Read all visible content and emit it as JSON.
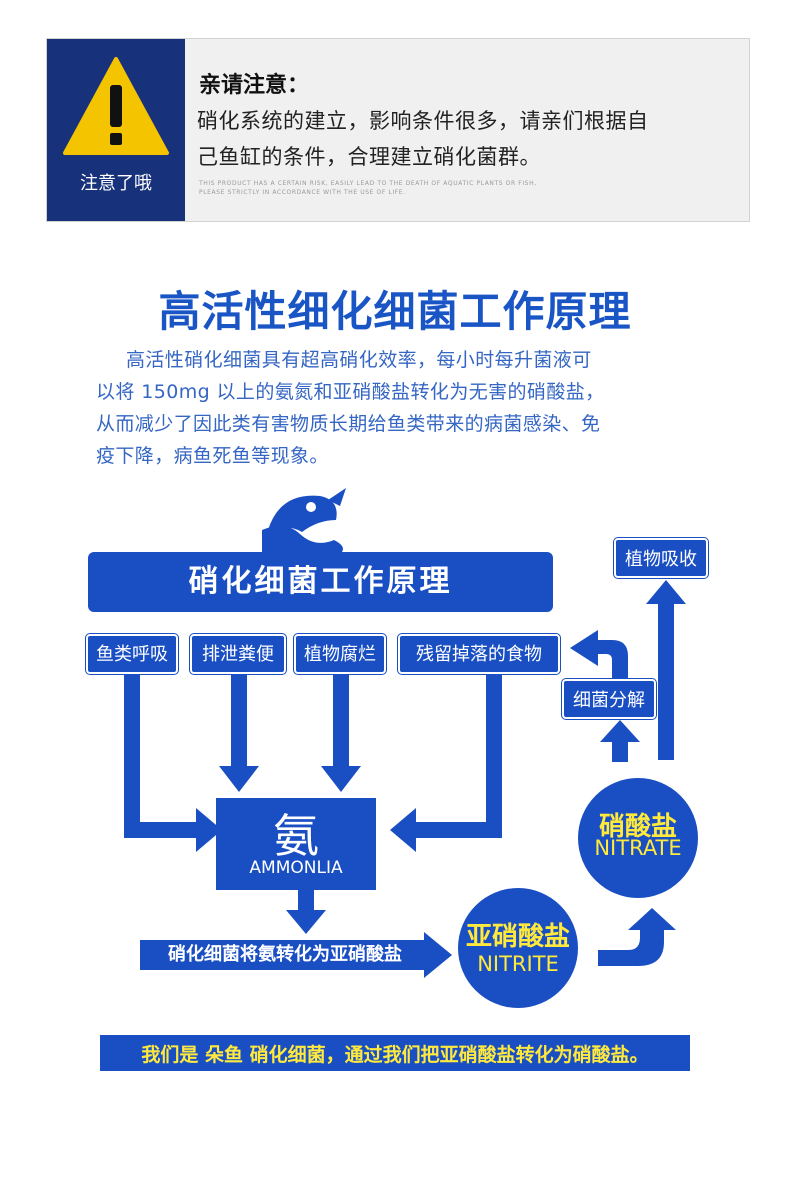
{
  "notice": {
    "badge_label": "注意了哦",
    "title": "亲请注意：",
    "lines": [
      "硝化系统的建立，影响条件很多，请亲们根据自",
      "己鱼缸的条件，合理建立硝化菌群。"
    ],
    "fine_print": [
      "THIS PRODUCT HAS A CERTAIN RISK, EASILY LEAD TO THE DEATH OF AQUATIC PLANTS OR FISH,",
      "PLEASE STRICTLY IN ACCORDANCE WITH THE USE OF LIFE."
    ]
  },
  "main_title": "高活性细化细菌工作原理",
  "paragraph": [
    "高活性硝化细菌具有超高硝化效率，每小时每升菌液可",
    "以将 150mg 以上的氨氮和亚硝酸盐转化为无害的硝酸盐，",
    "从而减少了因此类有害物质长期给鱼类带来的病菌感染、免",
    "疫下降，病鱼死鱼等现象。"
  ],
  "diagram": {
    "banner_title": "硝化细菌工作原理",
    "sources": [
      "鱼类呼吸",
      "排泄粪便",
      "植物腐烂",
      "残留掉落的食物"
    ],
    "ammonia_cn": "氨",
    "ammonia_en": "AMMONLIA",
    "convert_label": "硝化细菌将氨转化为亚硝酸盐",
    "nitrite_cn": "亚硝酸盐",
    "nitrite_en": "NITRITE",
    "nitrate_cn": "硝酸盐",
    "nitrate_en": "NITRATE",
    "bacteria_decompose": "细菌分解",
    "plant_absorb": "植物吸收",
    "footer": "我们是 朵鱼 硝化细菌，通过我们把亚硝酸盐转化为硝酸盐。"
  },
  "colors": {
    "primary_blue": "#1a4fc4",
    "heading_blue": "#1a55c6",
    "badge_navy": "#17327b",
    "yellow": "#ffe93d",
    "warning_yellow": "#f5c400"
  },
  "icons": [
    "warning-icon",
    "fish-icon"
  ]
}
